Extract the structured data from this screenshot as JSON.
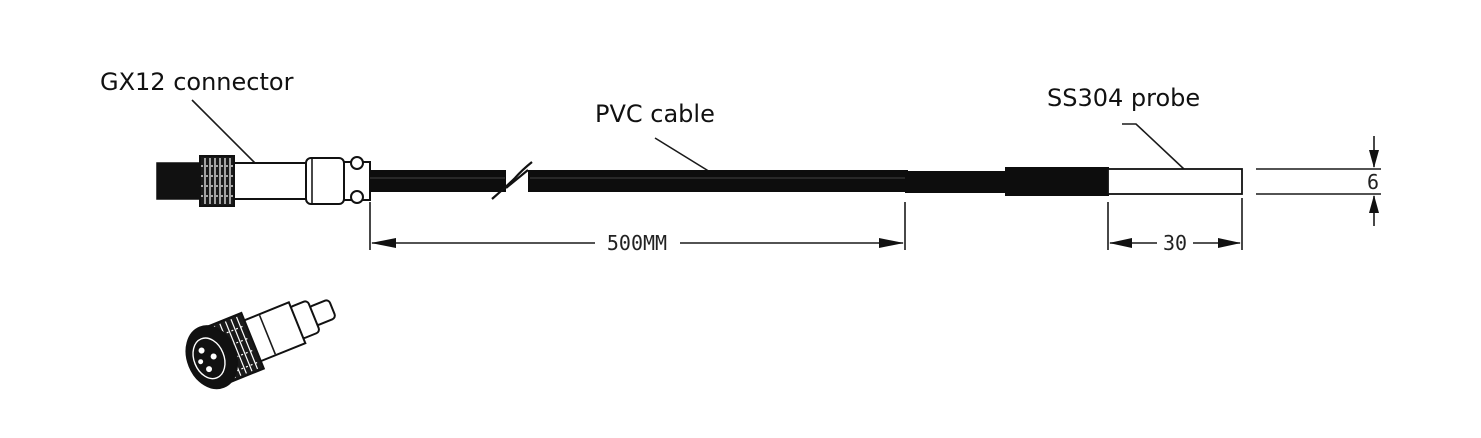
{
  "labels": {
    "connector": "GX12 connector",
    "cable": "PVC cable",
    "probe": "SS304 probe"
  },
  "dimensions": {
    "cable_length": "500MM",
    "probe_length": "30",
    "probe_diameter": "6"
  },
  "colors": {
    "line": "#111111",
    "cable": "#0d0d0d",
    "probe_fill": "#ffffff",
    "background": "#ffffff"
  }
}
